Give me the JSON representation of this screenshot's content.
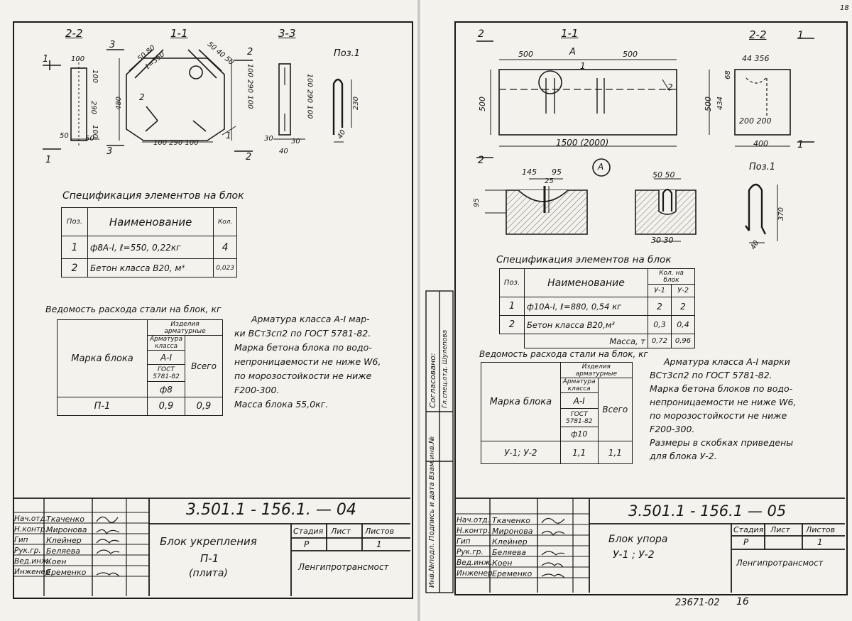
{
  "left": {
    "section_labels": {
      "s22": "2-2",
      "s11": "1-1",
      "s33": "3-3",
      "poz": "Поз.1"
    },
    "cut_marks": {
      "one": "1",
      "two": "2",
      "three": "3"
    },
    "dims": {
      "d100": "100",
      "d290": "290",
      "d50": "50",
      "d480": "480",
      "d230": "230",
      "d40": "40",
      "d30": "30",
      "d5080": "50 80",
      "d50l550": "ℓ=550",
      "d50_4050": "50 40 50",
      "bottom": "100  290  100"
    },
    "spec_title": "Спецификация элементов на блок",
    "spec_headers": {
      "poz": "Поз.",
      "name": "Наименование",
      "qty": "Кол."
    },
    "spec_rows": [
      {
        "poz": "1",
        "name": "ф8А-I,  ℓ=550,  0,22кг",
        "qty": "4"
      },
      {
        "poz": "2",
        "name": "Бетон класса  В20, м³",
        "qty": "0,023"
      }
    ],
    "steel_title": "Ведомость расхода стали на блок, кг",
    "steel": {
      "marka": "Марка блока",
      "izd": "Изделия арматурные",
      "klass": "Арматура класса",
      "ai": "А-I",
      "gost": "ГОСТ 5781-82",
      "dia": "ф8",
      "vsego": "Всего",
      "row_name": "П-1",
      "row_val": "0,9",
      "row_total": "0,9"
    },
    "notes": [
      "Арматура класса А-I мар-",
      "ки ВСт3сп2 по ГОСТ 5781-82.",
      "Марка бетона блока по водо-",
      "непроницаемости не ниже W6,",
      "по морозостойкости не ниже",
      "F200-300.",
      "Масса блока  55,0кг."
    ],
    "titleblock": {
      "code": "3.501.1 - 156.1. — 04",
      "roles": [
        "Нач.отд.",
        "Н.контр.",
        "Гип",
        "Рук.гр.",
        "Вед.инж.",
        "Инженер"
      ],
      "names": [
        "Ткаченко",
        "Миронова",
        "Клейнер",
        "Беляева",
        "Коен",
        "Еременко"
      ],
      "title_lines": [
        "Блок  укрепления",
        "П-1",
        "(плита)"
      ],
      "stage_h": "Стадия",
      "sheet_h": "Лист",
      "sheets_h": "Листов",
      "stage": "Р",
      "sheet": "1",
      "org": "Ленгипротрансмост"
    }
  },
  "right": {
    "section_labels": {
      "s11": "1-1",
      "s22": "2-2",
      "poz": "Поз.1",
      "a": "А",
      "a_circle": "А"
    },
    "cut_marks": {
      "one": "1",
      "two": "2"
    },
    "dims": {
      "d500a": "500",
      "d500b": "500",
      "d500v": "500",
      "len": "1500 (2000)",
      "d4356": "44   356",
      "d68": "68",
      "d434": "434",
      "d200": "200  200",
      "d400": "400",
      "d145": "145",
      "d95": "95",
      "d25": "25",
      "d95v": "95",
      "d5050": "50 50",
      "d3030": "30  30",
      "d370": "370",
      "d40": "40"
    },
    "spec_title": "Спецификация элементов на блок",
    "spec_headers": {
      "poz": "Поз.",
      "name": "Наименование",
      "qty": "Кол. на блок",
      "u1": "У-1",
      "u2": "У-2"
    },
    "spec_rows": [
      {
        "poz": "1",
        "name": "ф10А-I,  ℓ=880,  0,54 кг",
        "u1": "2",
        "u2": "2"
      },
      {
        "poz": "2",
        "name": "Бетон класса  В20,м³",
        "u1": "0,3",
        "u2": "0,4"
      },
      {
        "poz": "",
        "name": "Масса, т",
        "u1": "0,72",
        "u2": "0,96"
      }
    ],
    "steel_title": "Ведомость расхода стали на блок, кг",
    "steel": {
      "marka": "Марка блока",
      "izd": "Изделия арматурные",
      "klass": "Арматура класса",
      "ai": "А-I",
      "gost": "ГОСТ 5781-82",
      "dia": "ф10",
      "vsego": "Всего",
      "row_name": "У-1; У-2",
      "row_val": "1,1",
      "row_total": "1,1"
    },
    "notes": [
      "Арматура класса А-I марки",
      "ВСт3сп2  по ГОСТ 5781-82.",
      "Марка бетона блоков по водо-",
      "непроницаемости не ниже W6,",
      "по морозостойкости не ниже",
      "F200-300.",
      "Размеры в скобках приведены",
      "для блока  У-2."
    ],
    "side_stamp": {
      "soglas": "Согласовано:",
      "ruk": "Гл.спец.отд. Шулепова",
      "inv": "Инв.№подл. Подпись и дата  Взам.инв.№"
    },
    "titleblock": {
      "code": "3.501.1 - 156.1 — 05",
      "roles": [
        "Нач.отд.",
        "Н.контр.",
        "Гип",
        "Рук.гр.",
        "Вед.инж.",
        "Инженер"
      ],
      "names": [
        "Ткаченко",
        "Миронова",
        "Клейнер",
        "Беляева",
        "Коен",
        "Еременко"
      ],
      "title_lines": [
        "Блок  упора",
        "У-1 ; У-2"
      ],
      "stage_h": "Стадия",
      "sheet_h": "Лист",
      "sheets_h": "Листов",
      "stage": "Р",
      "sheet": "1",
      "org": "Ленгипротрансмост"
    },
    "footer_left": "23671-02",
    "footer_right": "16",
    "corner": "18"
  }
}
